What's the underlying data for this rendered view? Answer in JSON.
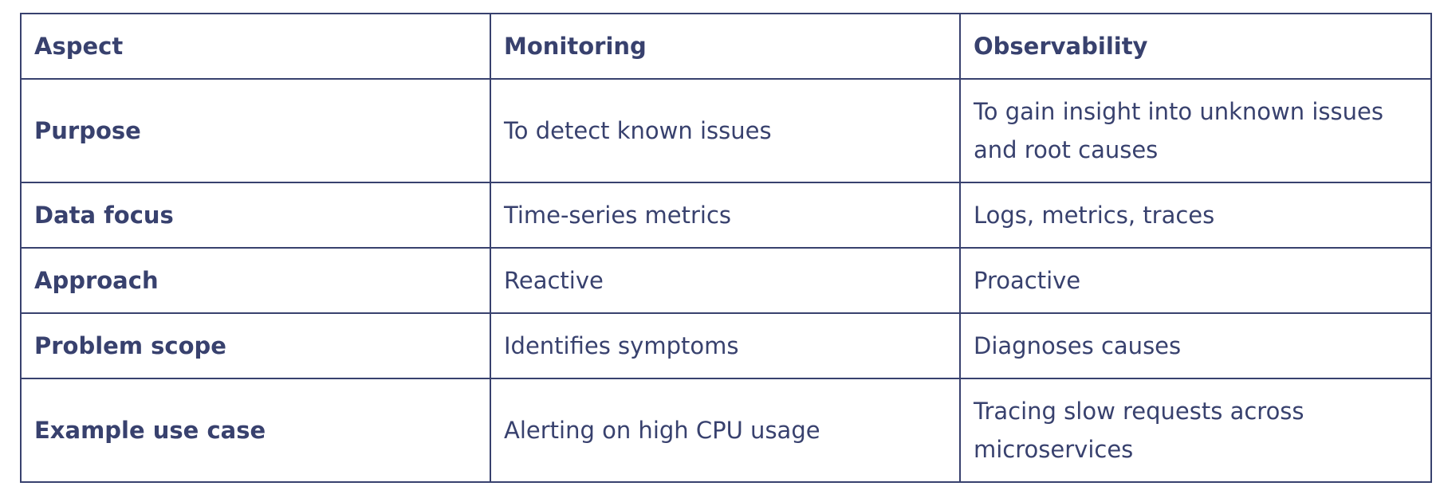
{
  "table": {
    "headers": [
      "Aspect",
      "Monitoring",
      "Observability"
    ],
    "rows": [
      {
        "aspect": "Purpose",
        "monitoring": "To detect known issues",
        "observability": "To gain insight into unknown issues and root causes"
      },
      {
        "aspect": "Data focus",
        "monitoring": "Time-series metrics",
        "observability": "Logs, metrics, traces"
      },
      {
        "aspect": "Approach",
        "monitoring": "Reactive",
        "observability": "Proactive"
      },
      {
        "aspect": "Problem scope",
        "monitoring": "Identifies symptoms",
        "observability": "Diagnoses causes"
      },
      {
        "aspect": "Example use case",
        "monitoring": "Alerting on high CPU usage",
        "observability": "Tracing slow requests across microservices"
      }
    ]
  }
}
